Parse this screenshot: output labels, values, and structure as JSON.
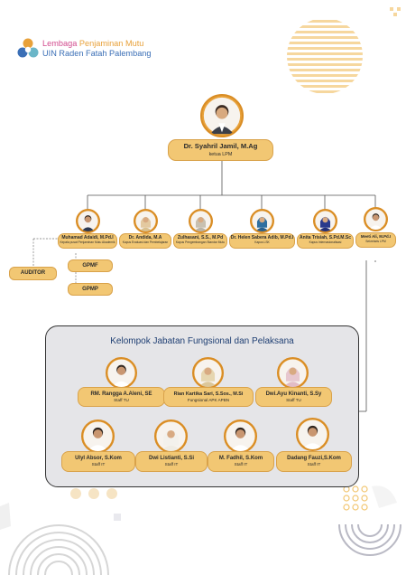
{
  "header": {
    "org_name_line1_a": "Lembaga ",
    "org_name_line1_b": "Penjaminan Mutu",
    "org_name_line2": "UIN Raden Fatah Palembang"
  },
  "head": {
    "name": "Dr. Syahril Jamil, M.Ag",
    "role": "ketua LPM"
  },
  "level2": [
    {
      "name": "Muhamad Adaidi, M.Pd.I",
      "role": "Kepala pusat Penjaminan Mutu Akademik"
    },
    {
      "name": "Dr. Andida, M.A",
      "role": "Kapus Evaluasi dan Pembelajaran"
    },
    {
      "name": "Zulhasani, S.S., M.Pd",
      "role": "Kapus Pengembangan Standar Mutu"
    },
    {
      "name": "Dr. Helen Sabera Adib, M.Pd.I",
      "role": "Kapus LSK"
    },
    {
      "name": "Anita Trisiah, S.Pd.M.Sc",
      "role": "Kapus Internasionalisasi"
    },
    {
      "name": "Meeti Ali, M.Pd.I",
      "role": "Sekretaris LPM"
    }
  ],
  "units": {
    "auditor": "AUDITOR",
    "gpmf": "GPMF",
    "gpmp": "GPMP"
  },
  "group": {
    "title": "Kelompok Jabatan Fungsional dan Pelaksana",
    "members": [
      {
        "name": "RM. Rangga A.Aleni, SE",
        "role": "Staff TU"
      },
      {
        "name": "Rian Kartika Sari, S.Sos., M.Si",
        "role": "Fungsional APK APBN"
      },
      {
        "name": "Dwi.Ayu Kinanti, S.Sy",
        "role": "Staff TU"
      },
      {
        "name": "Ulyl Absor, S.Kom",
        "role": "Staff IT"
      },
      {
        "name": "Dwi Listianti, S.Si",
        "role": "Staff IT"
      },
      {
        "name": "M. Fadhil, S.Kom",
        "role": "Staff IT"
      },
      {
        "name": "Dadang Fauzi,S.Kom",
        "role": "Staff IT"
      }
    ]
  },
  "colors": {
    "card": "#f2c773",
    "photo_ring": "#e8a13a",
    "group_panel": "#e5e5e8",
    "logo_orange": "#e8a13a",
    "logo_blue": "#3b6fb6"
  }
}
